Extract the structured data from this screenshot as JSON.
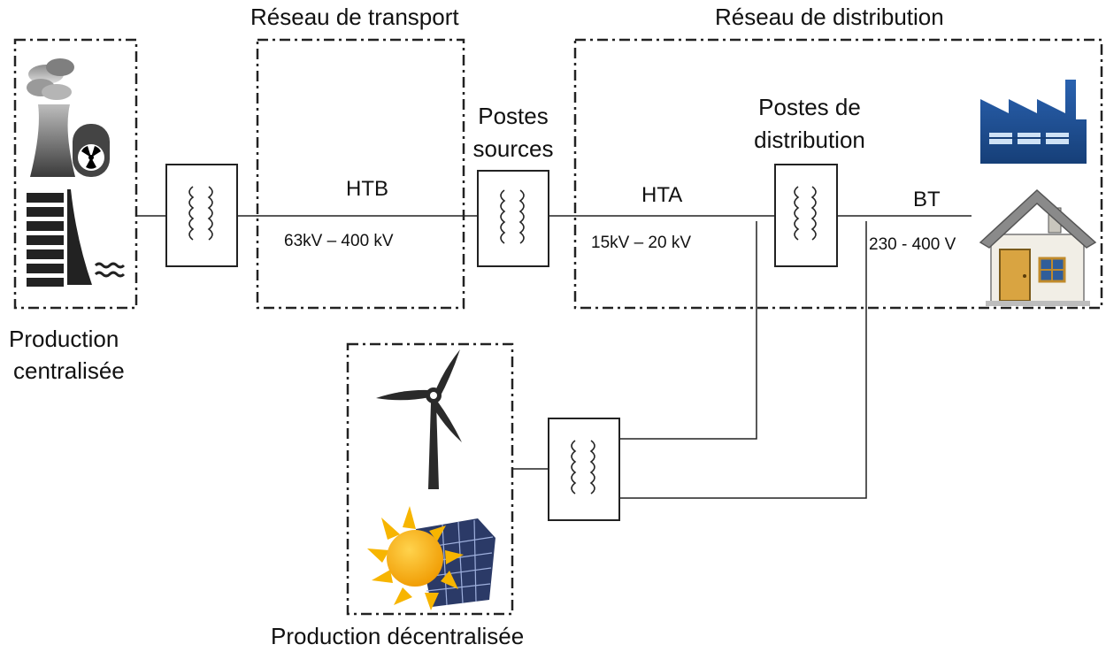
{
  "sections": {
    "transport_title": "Réseau de transport",
    "distribution_title": "Réseau de distribution",
    "production_centralisee_line1": "Production",
    "production_centralisee_line2": "centralisée",
    "production_decentralisee": "Production décentralisée"
  },
  "nodes": {
    "postes_sources_line1": "Postes",
    "postes_sources_line2": "sources",
    "postes_distribution_line1": "Postes de",
    "postes_distribution_line2": "distribution"
  },
  "voltage_levels": {
    "htb_label": "HTB",
    "htb_range": "63kV – 400 kV",
    "hta_label": "HTA",
    "hta_range": "15kV – 20 kV",
    "bt_label": "BT",
    "bt_range": "230 - 400 V"
  },
  "icons": [
    "nuclear-plant-icon",
    "hydro-dam-icon",
    "wind-turbine-icon",
    "solar-panel-icon",
    "factory-icon",
    "house-icon",
    "transformer-icon"
  ],
  "colors": {
    "factory": "#1f4e8c",
    "sun": "#f5a800",
    "ray": "#f7b500",
    "panel": "#2b3a67",
    "house_wall": "#f1eee6",
    "roof": "#8a8a8a",
    "door": "#d9a441"
  }
}
